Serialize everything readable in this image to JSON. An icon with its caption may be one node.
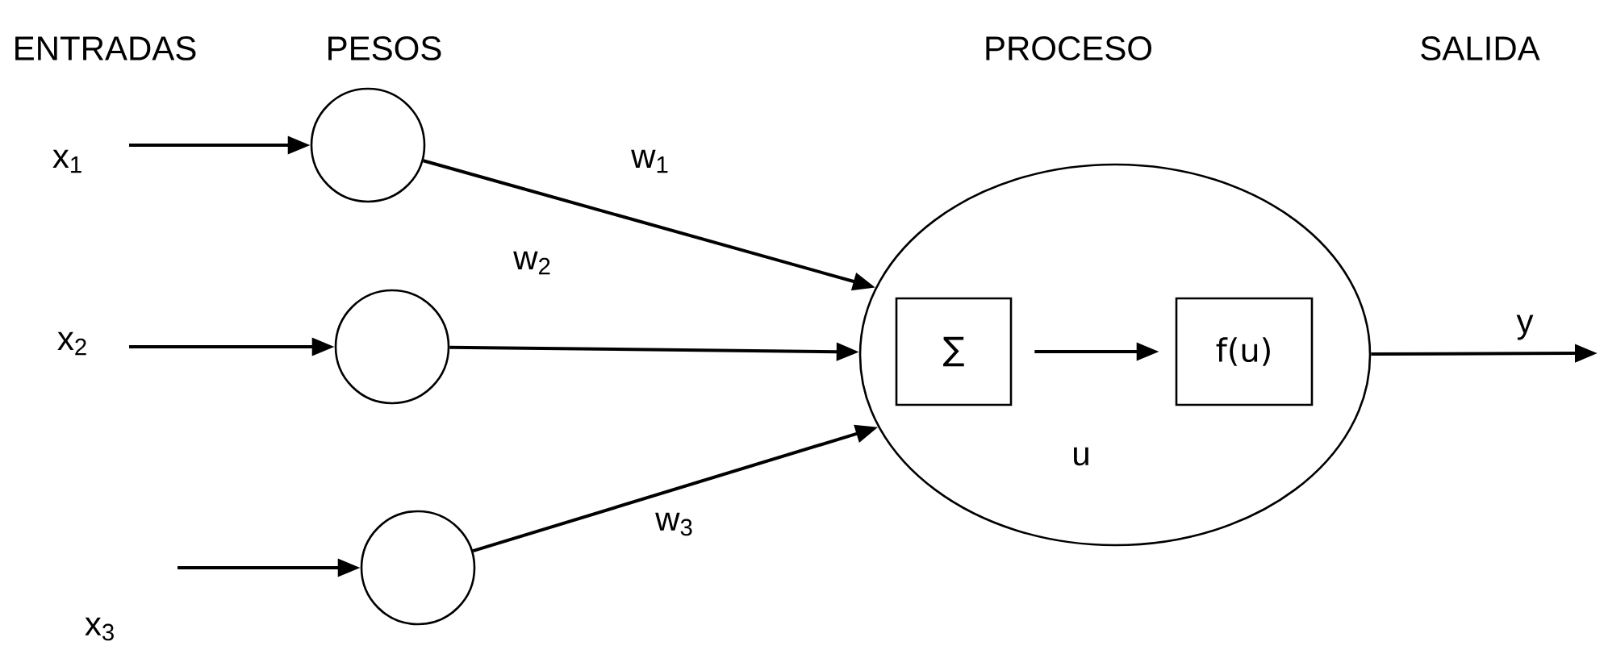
{
  "diagram": {
    "nodes": [
      {
        "text": [
          "x$_{1}$"
        ]
      },
      {
        "text": [
          "x$_{2}$"
        ]
      },
      {
        "text": [
          "x$_{3}$"
        ]
      },
      {
        "text": [],
        "shape": "circle"
      },
      {
        "text": [],
        "shape": "circle"
      },
      {
        "text": [],
        "shape": "circle"
      },
      {
        "text": [],
        "shape": "ellipse"
      },
      {
        "text": [
          "∑"
        ],
        "in": 6
      },
      {
        "text": [
          "f(u)"
        ],
        "in": 6
      }
    ],
    "edges": [
      {
        "from": 0,
        "to": 3,
        "arrow": "to"
      },
      {
        "from": 1,
        "to": 4,
        "arrow": "to"
      },
      {
        "from": 2,
        "to": 5,
        "arrow": "to"
      },
      {
        "from": 3,
        "to": 6,
        "arrow": "to",
        "label": "w$_{1}$"
      },
      {
        "from": 4,
        "to": 6,
        "arrow": "to",
        "label": "w$_{2}$"
      },
      {
        "from": 5,
        "to": 6,
        "arrow": "to",
        "label": "w$_{3}$"
      },
      {
        "from": 7,
        "to": 8,
        "arrow": "to",
        "label": "u"
      },
      {
        "from": 6,
        "to": null,
        "arrow": "to",
        "label": "y"
      }
    ],
    "labels": [
      "ENTRADAS",
      "PESOS",
      "PROCESO",
      "SALIDA"
    ]
  }
}
